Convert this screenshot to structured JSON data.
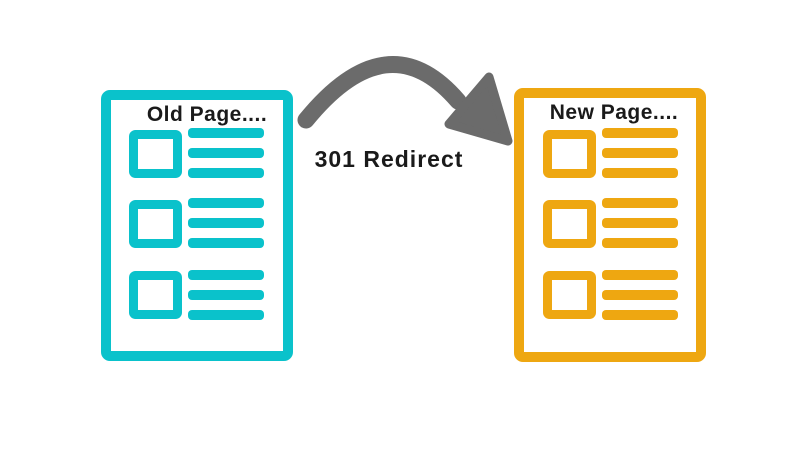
{
  "background": "#FFFFFF",
  "text_color": "#1A1A1A",
  "old_page": {
    "title": "Old Page....",
    "color": "#0AC2CB",
    "content_rows": 3,
    "lines_per_row": 3
  },
  "new_page": {
    "title": "New Page....",
    "color": "#EEA711",
    "content_rows": 3,
    "lines_per_row": 3
  },
  "arrow": {
    "label": "301 Redirect",
    "color": "#6B6B6B",
    "direction": "old-page-to-new-page"
  }
}
